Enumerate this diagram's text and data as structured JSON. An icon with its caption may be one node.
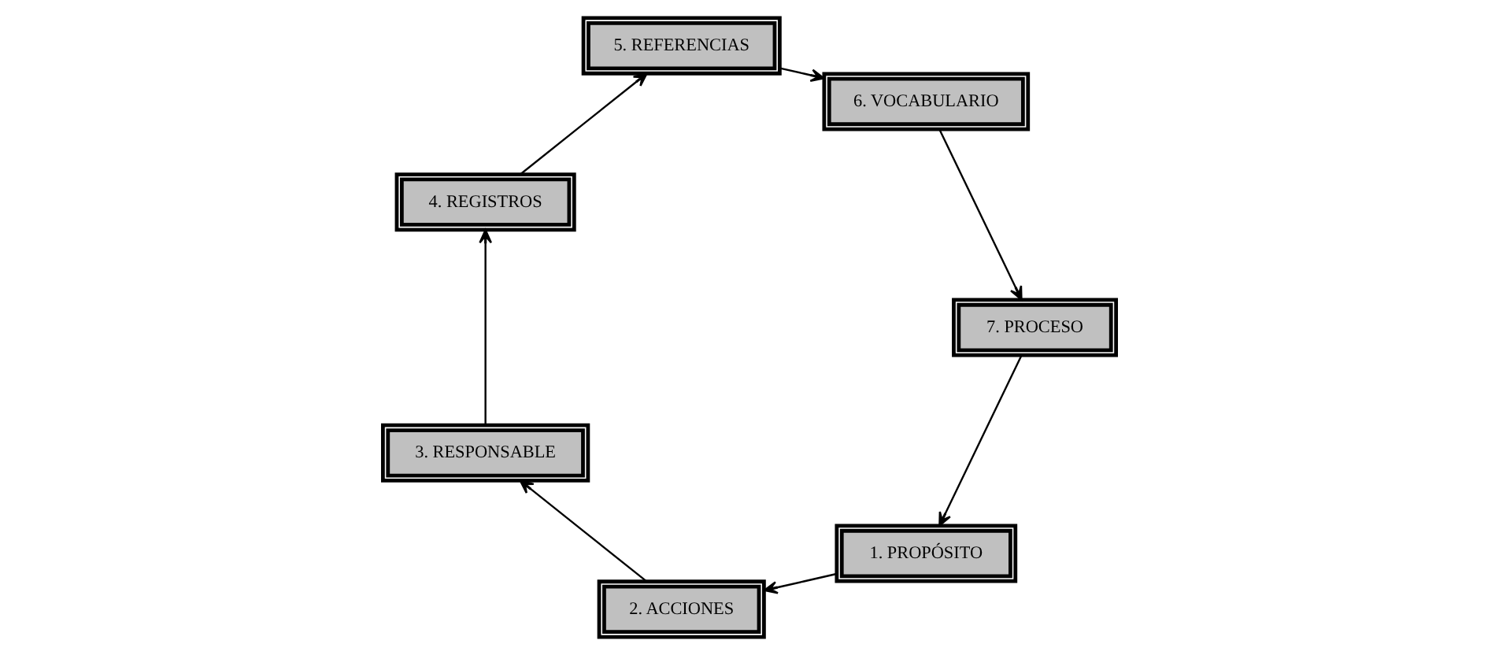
{
  "diagram": {
    "nodes": [
      {
        "text": [
          "1. PROPÓSITO"
        ]
      },
      {
        "text": [
          "2. ACCIONES"
        ]
      },
      {
        "text": [
          "3. RESPONSABLE"
        ]
      },
      {
        "text": [
          "4. REGISTROS"
        ]
      },
      {
        "text": [
          "5. REFERENCIAS"
        ]
      },
      {
        "text": [
          "6. VOCABULARIO"
        ]
      },
      {
        "text": [
          "7. PROCESO"
        ]
      }
    ],
    "edges": [
      {
        "from": 0,
        "to": 1,
        "arrow": "to"
      },
      {
        "from": 1,
        "to": 2,
        "arrow": "to"
      },
      {
        "from": 2,
        "to": 3,
        "arrow": "to"
      },
      {
        "from": 3,
        "to": 4,
        "arrow": "to"
      },
      {
        "from": 4,
        "to": 5,
        "arrow": "to"
      },
      {
        "from": 5,
        "to": 6,
        "arrow": "to"
      },
      {
        "from": 6,
        "to": 0,
        "arrow": "to"
      }
    ]
  }
}
